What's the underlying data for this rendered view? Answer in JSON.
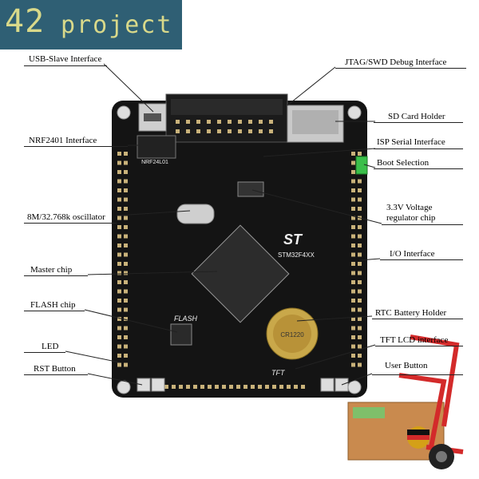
{
  "logo": {
    "number": "42",
    "word": "project"
  },
  "labels": {
    "usb_slave": "USB-Slave Interface",
    "jtag": "JTAG/SWD Debug Interface",
    "sd_card": "SD Card Holder",
    "nrf": "NRF2401 Interface",
    "isp": "ISP Serial Interface",
    "boot": "Boot Selection",
    "osc": "8M/32.768k oscillator",
    "vreg_1": "3.3V Voltage",
    "vreg_2": "regulator chip",
    "io": "I/O Interface",
    "master": "Master chip",
    "flash": "FLASH chip",
    "rtc": "RTC Battery Holder",
    "led": "LED",
    "tft": "TFT LCD interface",
    "rst": "RST Button",
    "user": "User Button"
  },
  "board_marks": {
    "chip_text": "STM32F4XX",
    "nrf_silk": "NRF24L01",
    "flash_silk": "FLASH",
    "tft_silk": "TFT",
    "battery_text": "CR1220",
    "st_logo": "ST"
  },
  "icons": {
    "cart": "delivery-cart-icon",
    "flag": "germany-flag-icon"
  },
  "colors": {
    "logo_bg": "#2f5f74",
    "logo_text": "#d9d98a",
    "pcb": "#141414",
    "cart": "#d32a2a",
    "box": "#c98a4e",
    "boot_jumper": "#3bbf4a"
  }
}
